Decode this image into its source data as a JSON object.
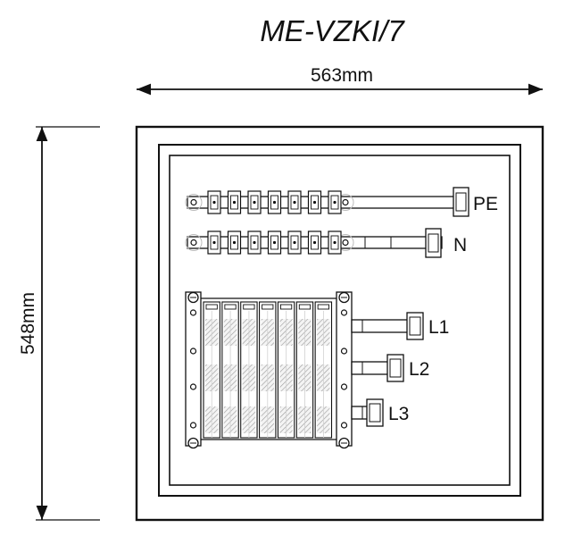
{
  "title": "ME-VZKI/7",
  "dimensions": {
    "width_label": "563mm",
    "height_label": "548mm"
  },
  "busbars": {
    "pe_label": "PE",
    "n_label": "N",
    "terminal_count": 7
  },
  "distribution_block": {
    "module_count": 7,
    "phase_labels": [
      "L1",
      "L2",
      "L3"
    ]
  }
}
